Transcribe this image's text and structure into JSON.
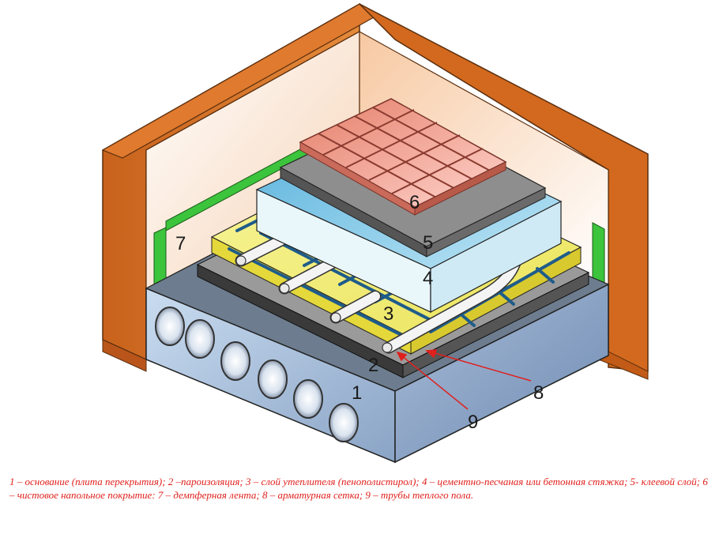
{
  "labels": {
    "l1": "1",
    "l2": "2",
    "l3": "3",
    "l4": "4",
    "l5": "5",
    "l6": "6",
    "l7": "7",
    "l8": "8",
    "l9": "9"
  },
  "caption": "1 – основание (плита перекрытия); 2 –пароизоляция; 3 – слой утеплителя (пенополистирол); 4 – цементно-песчаная или бетонная стяжка; 5- клеевой слой; 6 – чистовое напольное покрытие: 7 – демпферная лента; 8 – арматурная сетка; 9 – трубы теплого пола.",
  "colors": {
    "brick": "#d2691e",
    "wall_inner": "#fdebd8",
    "slab": "#8fa8c8",
    "insulation": "#f2f07a",
    "screed": "#7ec8e3",
    "tile": "#f0a9a0",
    "damper": "#3cc43c",
    "mesh": "#1f5c8a",
    "arrow": "#e0201c"
  }
}
